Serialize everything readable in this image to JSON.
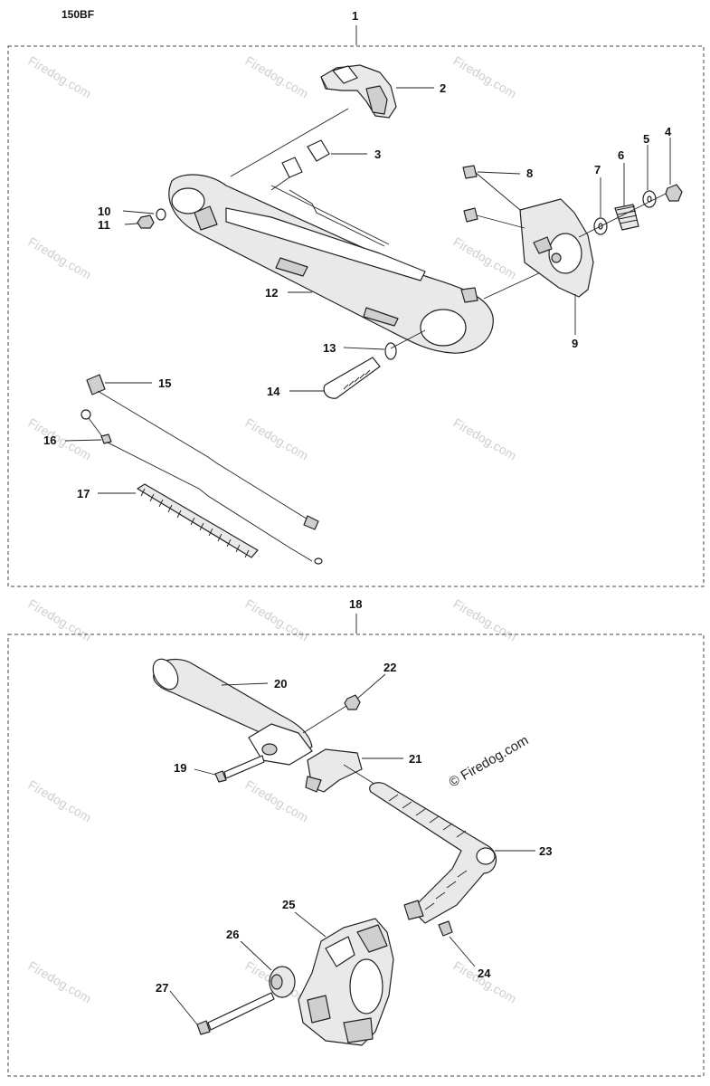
{
  "model": "150BF",
  "watermark": "Firedog.com",
  "copyright": "© Firedog.com",
  "callouts": [
    "1",
    "2",
    "3",
    "4",
    "5",
    "6",
    "7",
    "8",
    "9",
    "10",
    "11",
    "12",
    "13",
    "14",
    "15",
    "16",
    "17",
    "18",
    "19",
    "20",
    "21",
    "22",
    "23",
    "24",
    "25",
    "26",
    "27"
  ]
}
